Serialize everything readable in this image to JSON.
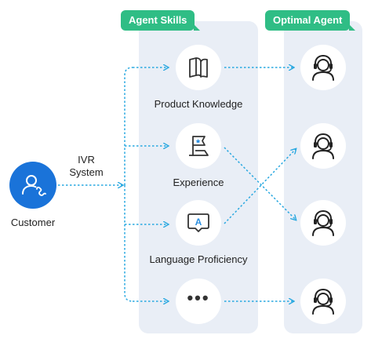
{
  "headers": {
    "skills": "Agent Skills",
    "agent": "Optimal Agent"
  },
  "customer": {
    "label": "Customer",
    "icon": "customer-headset-icon"
  },
  "ivr": {
    "line1": "IVR",
    "line2": "System"
  },
  "skills": [
    {
      "label": "Product Knowledge",
      "icon": "book-icon"
    },
    {
      "label": "Experience",
      "icon": "flag-icon"
    },
    {
      "label": "Language Proficiency",
      "icon": "language-bubble-icon",
      "glyph": "A"
    },
    {
      "label": "",
      "icon": "more-icon",
      "glyph": "•••"
    }
  ],
  "agents": [
    {
      "icon": "agent-headset-icon"
    },
    {
      "icon": "agent-headset-icon"
    },
    {
      "icon": "agent-headset-icon"
    },
    {
      "icon": "agent-headset-icon"
    }
  ],
  "colors": {
    "accent_green": "#2fbd85",
    "customer_blue": "#1a73d9",
    "connector_blue": "#29a8e0",
    "panel": "#e9eef6"
  }
}
